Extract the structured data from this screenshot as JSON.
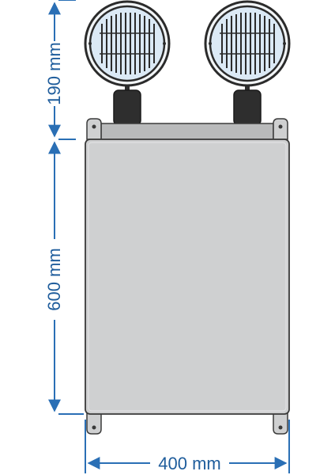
{
  "dimensions": {
    "height_lamps": "190 mm",
    "height_body": "600 mm",
    "width": "400 mm"
  },
  "colors": {
    "dimension_line": "#2a6fb5",
    "dimension_text": "#1f5d9c",
    "body_fill": "#cfd0d1",
    "body_stroke": "#3a3a3a",
    "lamp_face": "#dbe9f5",
    "lamp_ring": "#2b2b2b",
    "neck": "#2e2e2e"
  },
  "icons": [
    "emergency-lamp-left-icon",
    "emergency-lamp-right-icon"
  ]
}
